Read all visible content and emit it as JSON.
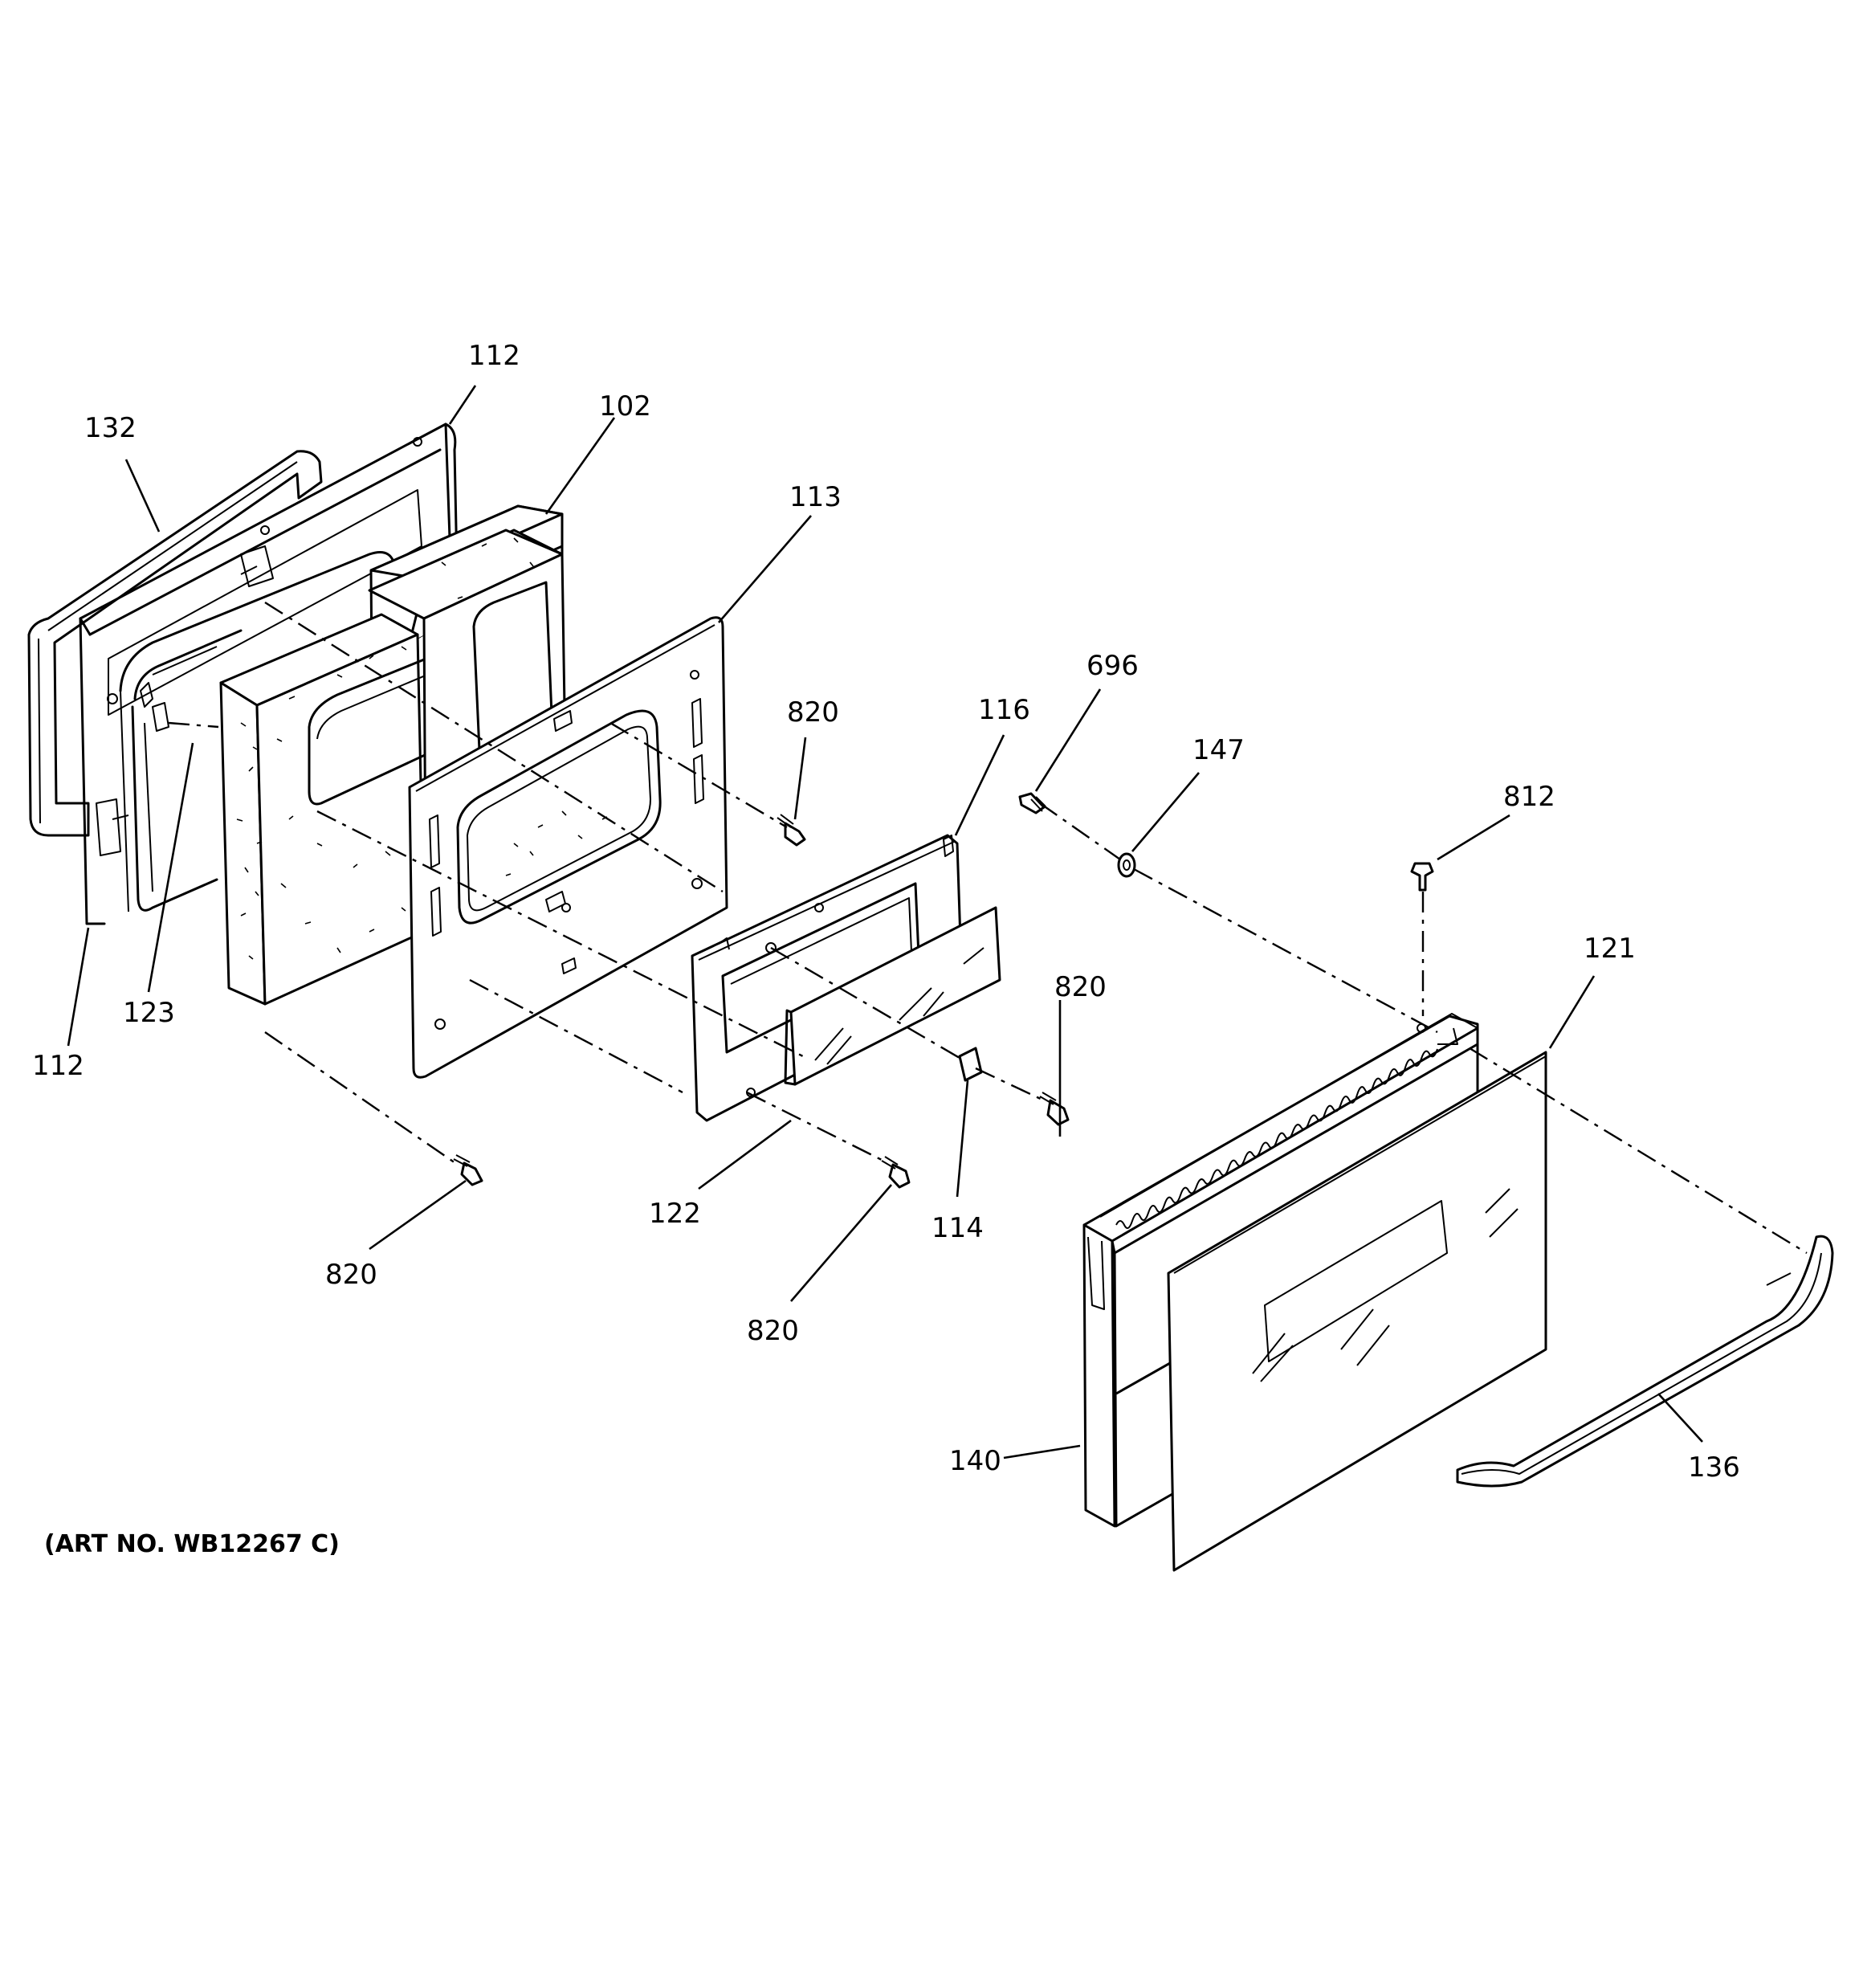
{
  "diagram": {
    "callouts": [
      {
        "id": "112-top",
        "text": "112"
      },
      {
        "id": "132",
        "text": "132"
      },
      {
        "id": "102",
        "text": "102"
      },
      {
        "id": "113",
        "text": "113"
      },
      {
        "id": "820-a",
        "text": "820"
      },
      {
        "id": "116",
        "text": "116"
      },
      {
        "id": "696",
        "text": "696"
      },
      {
        "id": "147",
        "text": "147"
      },
      {
        "id": "812",
        "text": "812"
      },
      {
        "id": "121",
        "text": "121"
      },
      {
        "id": "123",
        "text": "123"
      },
      {
        "id": "112-bottom",
        "text": "112"
      },
      {
        "id": "820-b",
        "text": "820"
      },
      {
        "id": "122",
        "text": "122"
      },
      {
        "id": "114",
        "text": "114"
      },
      {
        "id": "820-c",
        "text": "820"
      },
      {
        "id": "820-d",
        "text": "820"
      },
      {
        "id": "140",
        "text": "140"
      },
      {
        "id": "136",
        "text": "136"
      }
    ],
    "art_number": "(ART NO. WB12267 C)"
  }
}
